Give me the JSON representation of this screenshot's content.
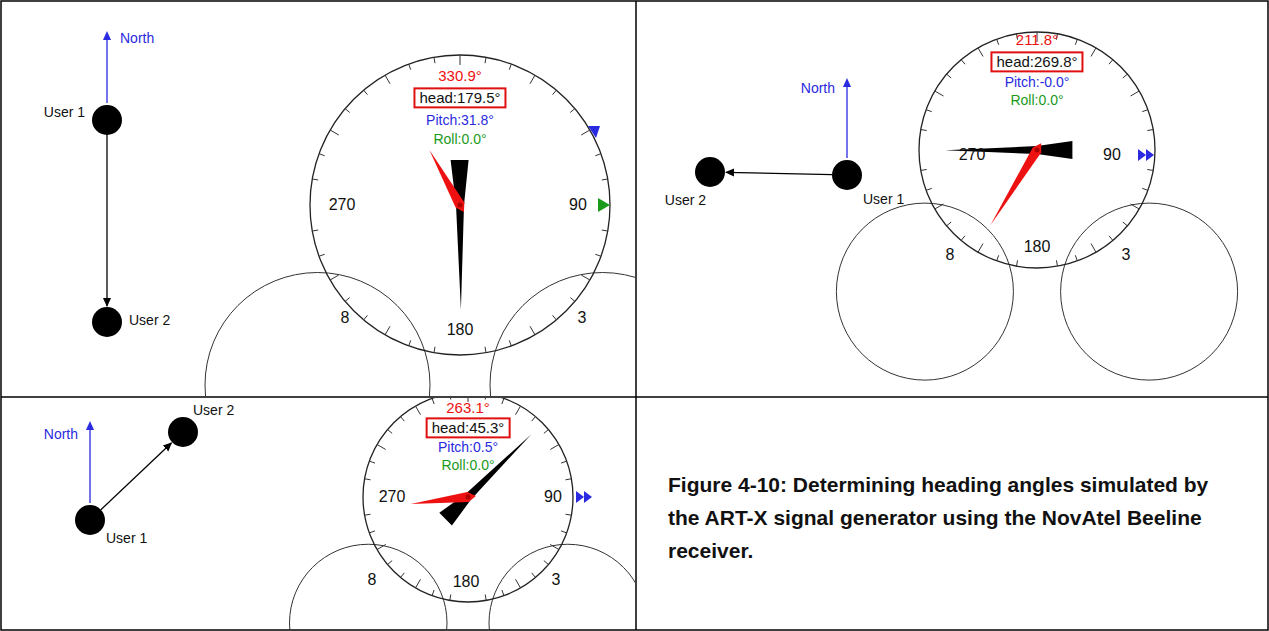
{
  "diagram": {
    "caption": "Figure 4-10: Determining heading angles simulated by the ART-X signal generator using the NovAtel Beeline receiver.",
    "nodes": [
      {
        "text": [
          "User 1"
        ]
      },
      {
        "text": [
          "User 2"
        ]
      },
      {
        "text": [
          "User 1"
        ]
      },
      {
        "text": [
          "User 2"
        ]
      },
      {
        "text": [
          "User 1"
        ]
      },
      {
        "text": [
          "User 2"
        ]
      }
    ],
    "edges": [
      {
        "from": 0,
        "to": 1,
        "arrow": "to"
      },
      {
        "from": 2,
        "to": 3,
        "arrow": "to"
      },
      {
        "from": 4,
        "to": 5,
        "arrow": "to"
      }
    ],
    "labels": [
      "North",
      "330.9°",
      "head:179.5°",
      "Pitch:31.8°",
      "Roll:0.0°",
      "270",
      "90",
      "180",
      "8",
      "3",
      "North",
      "211.8°",
      "head:269.8°",
      "Pitch:-0.0°",
      "Roll:0.0°",
      "270",
      "90",
      "180",
      "8",
      "3",
      "North",
      "263.1°",
      "head:45.3°",
      "Pitch:0.5°",
      "Roll:0.0°",
      "270",
      "90",
      "180",
      "8",
      "3"
    ]
  }
}
